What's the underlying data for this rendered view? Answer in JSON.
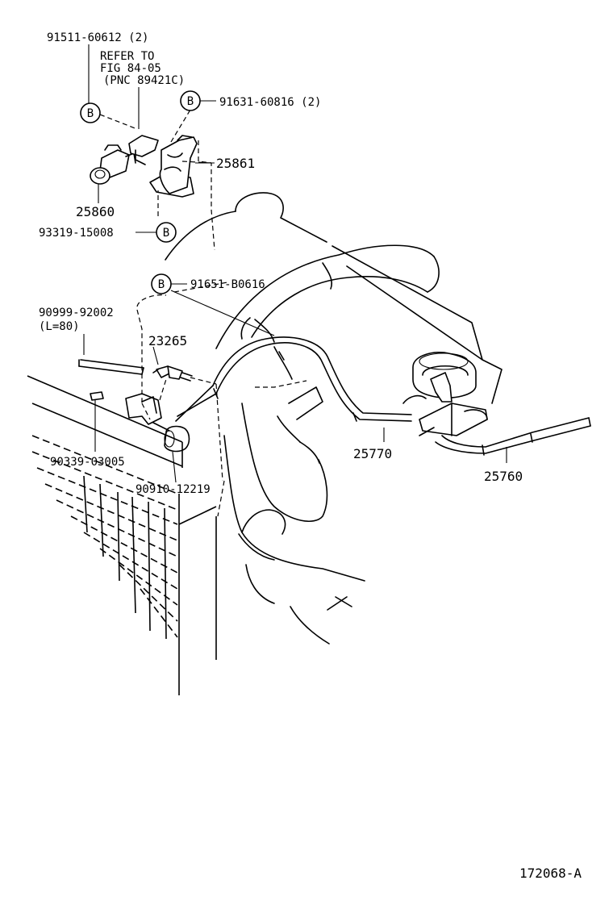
{
  "diagram": {
    "labels": {
      "bolt_91511": "91511-60612 (2)",
      "refer_line1": "REFER TO",
      "refer_line2": "FIG 84-05",
      "refer_line3": "(PNC 89421C)",
      "bolt_91631": "91631-60816 (2)",
      "bracket_25861": "25861",
      "valve_25860": "25860",
      "nut_93319": "93319-15008",
      "bolt_91651": "91651-B0616",
      "hose_90999": "90999-92002",
      "hose_length": "(L=80)",
      "sensor_23265": "23265",
      "hose_25770": "25770",
      "hose_25760": "25760",
      "clip_90339": "90339-03005",
      "hose_90910": "90910-12219",
      "figure_number": "172068-A"
    },
    "callout_marker": "B"
  }
}
